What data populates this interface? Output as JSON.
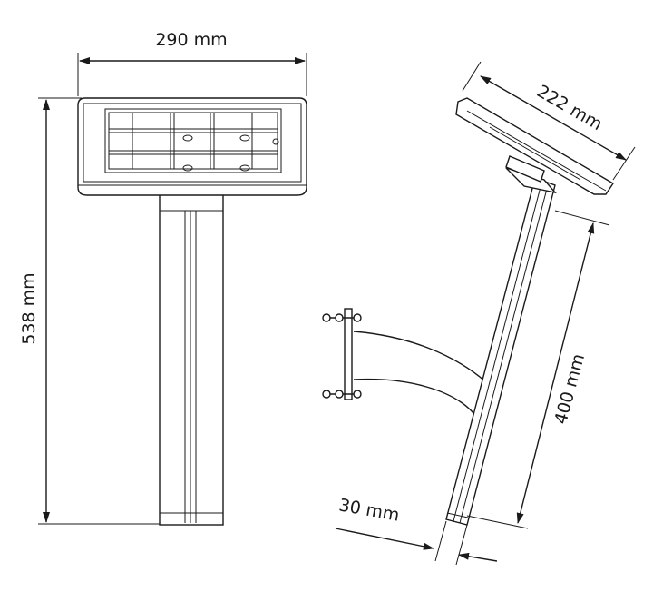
{
  "diagram": {
    "front_view": {
      "width_label": "290 mm",
      "height_label": "538 mm"
    },
    "side_view": {
      "panel_label": "222 mm",
      "pole_length_label": "400 mm",
      "pole_width_label": "30 mm"
    },
    "colors": {
      "line": "#1a1a1a",
      "background": "#ffffff"
    }
  }
}
